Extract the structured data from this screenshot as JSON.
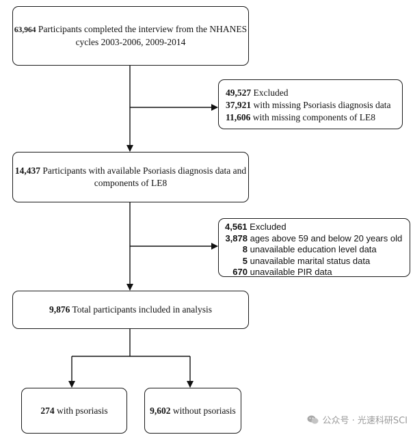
{
  "boxes": {
    "start": {
      "count": "63,964",
      "text": " Participants completed the interview from the NHANES",
      "text2": "cycles 2003-2006, 2009-2014"
    },
    "excluded1": {
      "total_count": "49,527",
      "total_label": " Excluded",
      "rows": [
        {
          "count": "37,921",
          "label": " with missing Psoriasis diagnosis data"
        },
        {
          "count": "11,606",
          "label": " with missing components of LE8"
        }
      ]
    },
    "available": {
      "count": "14,437",
      "text": " Participants with available Psoriasis diagnosis data and",
      "text2": "components of LE8"
    },
    "excluded2": {
      "total_count": "4,561",
      "total_label": " Excluded",
      "rows": [
        {
          "count": "3,878",
          "label": " ages  above 59 and below 20 years old"
        },
        {
          "count": "8",
          "label": " unavailable education level data"
        },
        {
          "count": "5",
          "label": " unavailable marital status data"
        },
        {
          "count": "670",
          "label": " unavailable PIR data"
        }
      ]
    },
    "total": {
      "count": "9,876",
      "text": " Total participants included in analysis"
    },
    "psoriasis": {
      "count": "274",
      "text": " with psoriasis"
    },
    "no_psoriasis": {
      "count": "9,602",
      "text": " without psoriasis"
    }
  },
  "watermark": {
    "text": "公众号 · 光速科研SCI",
    "icon": "wechat-icon"
  }
}
